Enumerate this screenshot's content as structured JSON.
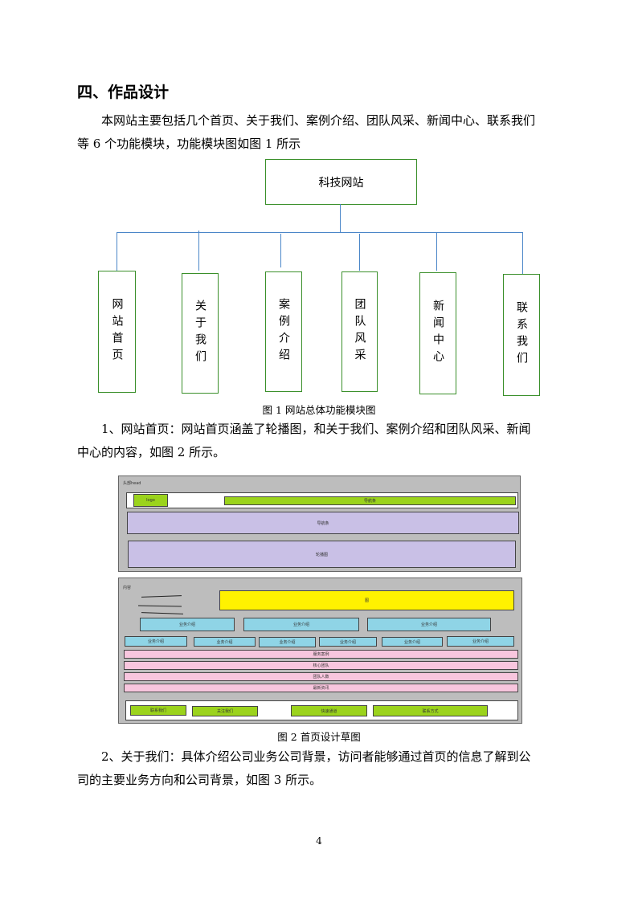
{
  "heading": "四、作品设计",
  "intro_line1": "本网站主要包括几个首页、关于我们、案例介绍、团队风采、新闻中心、联系我们",
  "intro_line2": "等 6 个功能模块，功能模块图如图 1 所示",
  "diagram": {
    "root": "科技网站",
    "modules": [
      "网站首页",
      "关于我们",
      "案例介绍",
      "团队风采",
      "新闻中心",
      "联系我们"
    ]
  },
  "fig1_caption": "图 1  网站总体功能模块图",
  "para2_line1": "1、网站首页：网站首页涵盖了轮播图，和关于我们、案例介绍和团队风采、新闻",
  "para2_line2": "中心的内容，如图 2 所示。",
  "wireframe": {
    "head_label": "头部head",
    "logo": "logo",
    "nav1": "导航条",
    "nav2": "导航条",
    "banner": "轮播图",
    "content_label": "内容",
    "yellow": "图",
    "row1": [
      "业务介绍",
      "业务介绍",
      "业务介绍"
    ],
    "row2": [
      "业务介绍",
      "业务介绍",
      "业务介绍",
      "业务介绍",
      "业务介绍",
      "业务介绍"
    ],
    "pink": [
      "服务案例",
      "核心团队",
      "团队人数",
      "最新资讯"
    ],
    "footer": [
      "联系我们",
      "关注我们",
      "快速通道",
      "联系方式"
    ]
  },
  "fig2_caption": "图 2  首页设计草图",
  "para3_line1": "2、关于我们：具体介绍公司业务公司背景，访问者能够通过首页的信息了解到公",
  "para3_line2": "司的主要业务方向和公司背景，如图 3 所示。",
  "page_number": "4"
}
